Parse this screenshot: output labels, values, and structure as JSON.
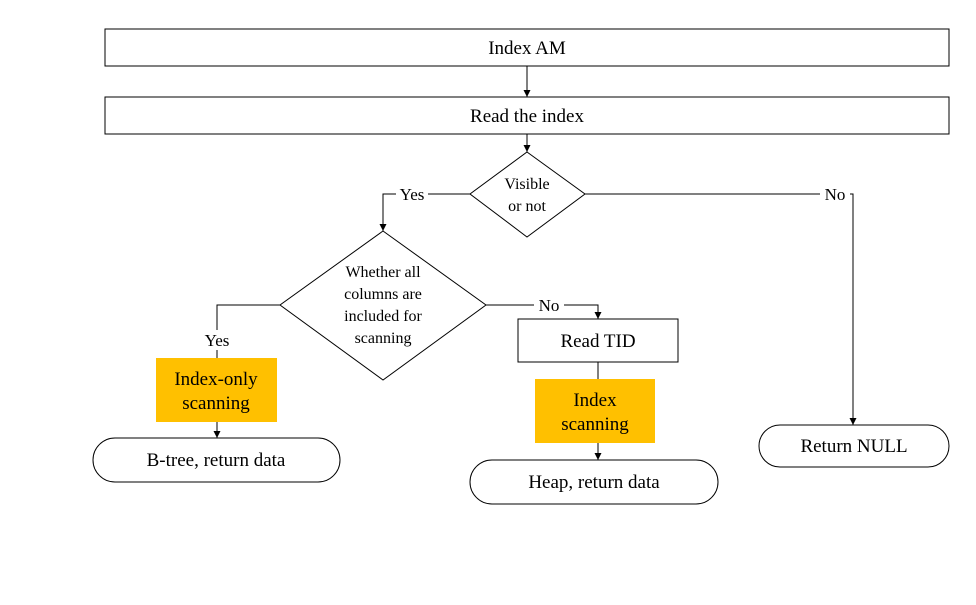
{
  "colors": {
    "highlight": "#ffc000",
    "stroke": "#000000",
    "background": "#ffffff"
  },
  "nodes": {
    "index_am": "Index AM",
    "read_index": "Read the index",
    "visible": [
      "Visible",
      "or not"
    ],
    "columns": [
      "Whether all",
      "columns are",
      "included for",
      "scanning"
    ],
    "read_tid": "Read TID",
    "index_only": [
      "Index-only",
      "scanning"
    ],
    "index_scanning": [
      "Index",
      "scanning"
    ],
    "btree_return": "B-tree, return data",
    "heap_return": "Heap, return data",
    "return_null": "Return NULL"
  },
  "edges": {
    "visible_yes": "Yes",
    "visible_no": "No",
    "columns_yes": "Yes",
    "columns_no": "No"
  }
}
